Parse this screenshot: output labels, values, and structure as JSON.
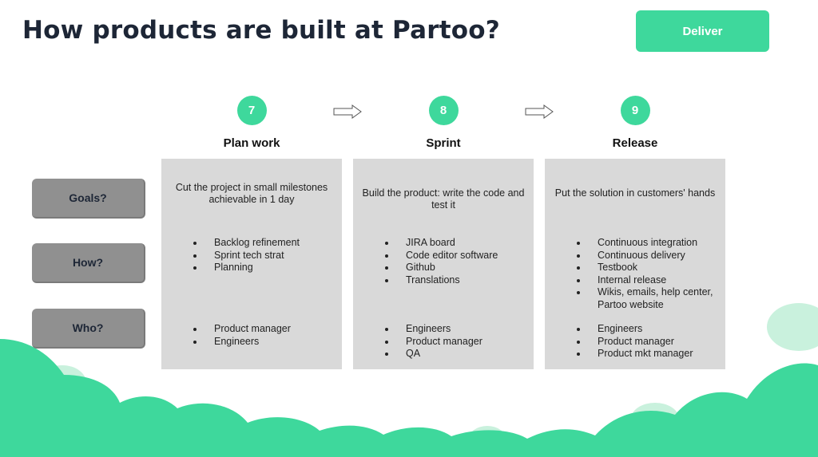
{
  "title": "How products are built at Partoo?",
  "deliver_label": "Deliver",
  "row_labels": [
    "Goals?",
    "How?",
    "Who?"
  ],
  "steps": [
    {
      "number": "7",
      "label": "Plan work",
      "goal": "Cut the project in small milestones achievable in 1 day",
      "how": [
        "Backlog refinement",
        "Sprint tech strat",
        "Planning"
      ],
      "who": [
        "Product manager",
        "Engineers"
      ]
    },
    {
      "number": "8",
      "label": "Sprint",
      "goal": "Build the product: write the code and test it",
      "how": [
        "JIRA board",
        "Code editor software",
        "Github",
        "Translations"
      ],
      "who": [
        "Engineers",
        "Product manager",
        "QA"
      ]
    },
    {
      "number": "9",
      "label": "Release",
      "goal": "Put the solution in customers' hands",
      "how": [
        "Continuous integration",
        "Continuous delivery",
        "Testbook",
        "Internal release",
        "Wikis, emails, help center, Partoo website"
      ],
      "who": [
        "Engineers",
        "Product manager",
        "Product mkt manager"
      ]
    }
  ],
  "colors": {
    "accent": "#3ed89c",
    "panel": "#d9d9d9",
    "row_label": "#909090",
    "title": "#1d2636",
    "cloud_light": "#c9f1dd"
  }
}
